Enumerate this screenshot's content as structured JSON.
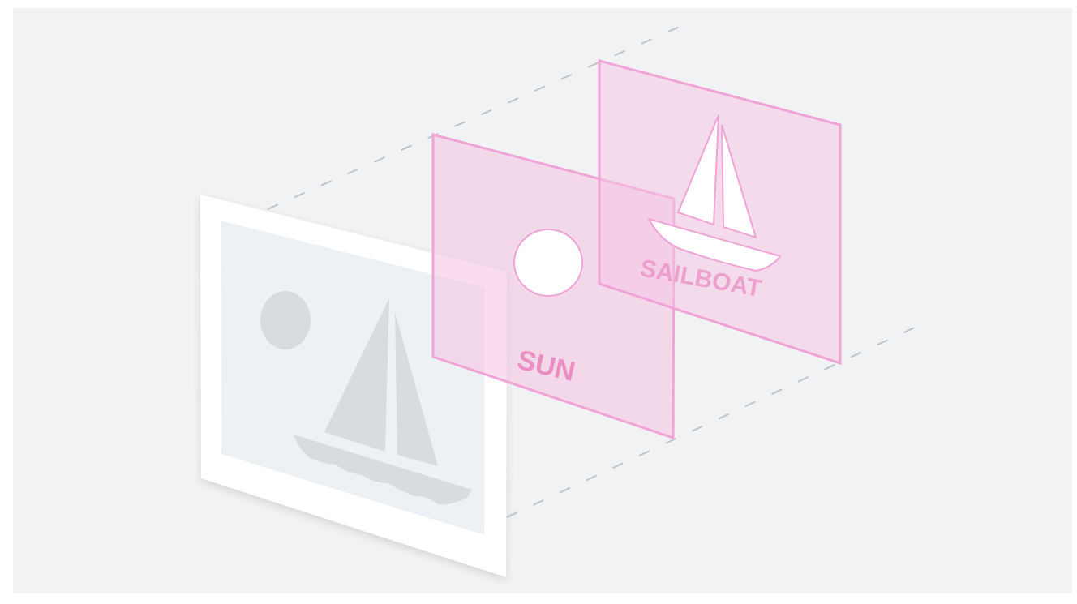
{
  "diagram": {
    "colors": {
      "page_background": "#ffffff",
      "canvas_background": "#f0f2f4",
      "photo_frame": "#ffffff",
      "photo_inner": "#eef1f3",
      "photo_shapes": "#d8dcdf",
      "layer_fill": "#f5c5e4",
      "layer_stroke": "#f0a3d6",
      "layer_text": "#ea8ec4",
      "guide_lines": "#bfc4c8"
    },
    "source_image": {
      "contents": [
        "sun",
        "sailboat"
      ]
    },
    "layers": [
      {
        "label": "SUN",
        "icon": "sun-icon"
      },
      {
        "label": "SAILBOAT",
        "icon": "sailboat-icon"
      }
    ]
  }
}
